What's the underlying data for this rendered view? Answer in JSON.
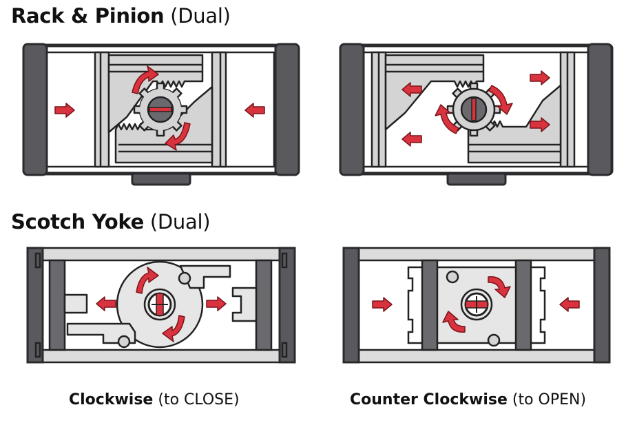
{
  "sections": {
    "rack_pinion": {
      "title_bold": "Rack & Pinion",
      "title_light": "(Dual)"
    },
    "scotch_yoke": {
      "title_bold": "Scotch Yoke",
      "title_light": "(Dual)"
    }
  },
  "captions": {
    "clockwise": {
      "bold": "Clockwise",
      "light": "(to CLOSE)"
    },
    "counter_clockwise": {
      "bold": "Counter Clockwise",
      "light": "(to OPEN)"
    }
  },
  "colors": {
    "arrow": "#d9333f",
    "housing": "#2b2b2d",
    "end_cap": "#5a5a5e",
    "part_fill": "#d4d4d4"
  },
  "icons": {
    "direction_arrow": "red-arrow-icon",
    "rotation_arrow": "curved-rotation-arrow-icon",
    "gear": "pinion-gear-icon"
  }
}
